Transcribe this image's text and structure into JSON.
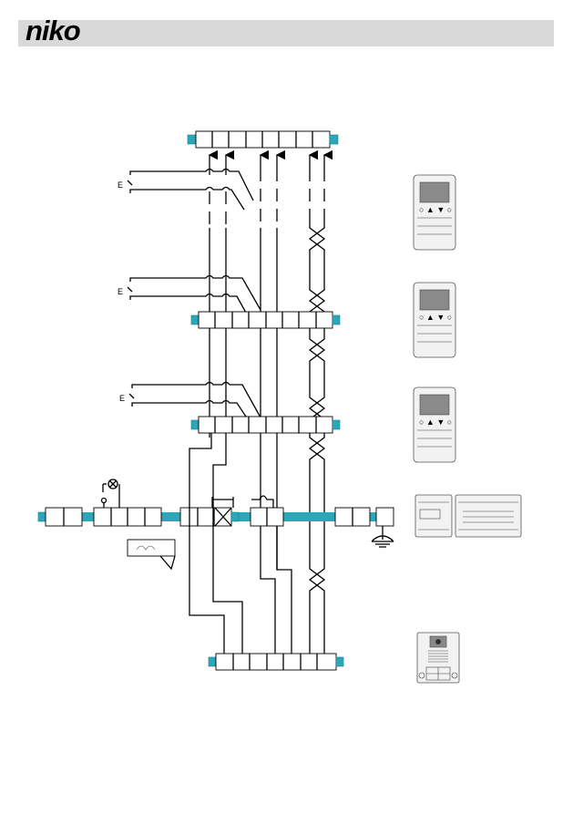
{
  "header": {
    "brand": "niko",
    "bar_color": "#d9d9d9"
  },
  "diagram": {
    "wire_color": "#000000",
    "rail_color": "#2aa7b9",
    "switch_labels": [
      "E",
      "E",
      "E"
    ],
    "devices": [
      "indoor-station-1",
      "indoor-station-2",
      "indoor-station-3",
      "power-supply-modules",
      "outdoor-entrance-panel"
    ]
  }
}
